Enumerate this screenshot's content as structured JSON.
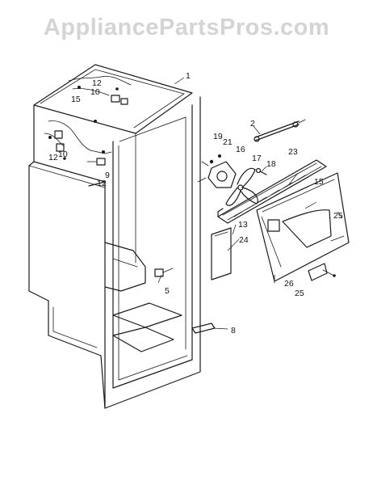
{
  "watermark": "AppliancePartsPros.com",
  "colors": {
    "ink": "#1a1a1a",
    "watermark": "#d4d4d4",
    "background": "#ffffff"
  },
  "labels": {
    "p1": "1",
    "p2": "2",
    "p5": "5",
    "p8": "8",
    "p9": "9",
    "p10a": "10",
    "p10b": "10",
    "p12a": "12",
    "p12b": "12",
    "p12c": "12",
    "p13": "13",
    "p15a": "15",
    "p15b": "15",
    "p16": "16",
    "p17": "17",
    "p18": "18",
    "p19": "19",
    "p21": "21",
    "p23": "23",
    "p24": "24",
    "p25a": "25",
    "p25b": "25",
    "p26": "26"
  }
}
